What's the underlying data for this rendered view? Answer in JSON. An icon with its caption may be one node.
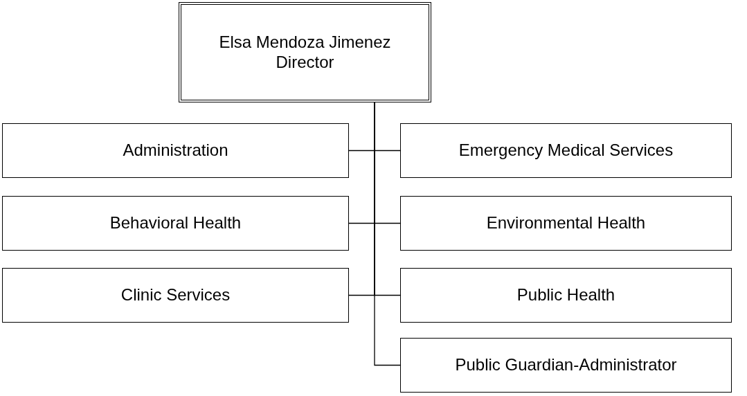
{
  "diagram": {
    "nodes": [
      {
        "text": [
          "Elsa Mendoza Jimenez",
          "Director"
        ]
      },
      {
        "text": [
          "Administration"
        ]
      },
      {
        "text": [
          "Emergency Medical Services"
        ]
      },
      {
        "text": [
          "Behavioral Health"
        ]
      },
      {
        "text": [
          "Environmental Health"
        ]
      },
      {
        "text": [
          "Clinic Services"
        ]
      },
      {
        "text": [
          "Public Health"
        ]
      },
      {
        "text": [
          "Public Guardian-Administrator"
        ]
      }
    ],
    "edges": [
      {
        "from": 0,
        "to": 1,
        "arrow": "none"
      },
      {
        "from": 0,
        "to": 2,
        "arrow": "none"
      },
      {
        "from": 0,
        "to": 3,
        "arrow": "none"
      },
      {
        "from": 0,
        "to": 4,
        "arrow": "none"
      },
      {
        "from": 0,
        "to": 5,
        "arrow": "none"
      },
      {
        "from": 0,
        "to": 6,
        "arrow": "none"
      },
      {
        "from": 0,
        "to": 7,
        "arrow": "none"
      }
    ]
  }
}
